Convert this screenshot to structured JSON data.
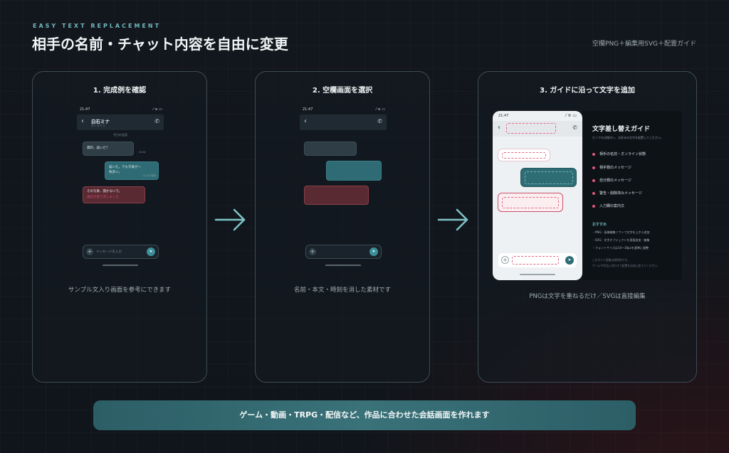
{
  "header": {
    "eyebrow": "EASY TEXT REPLACEMENT",
    "title": "相手の名前・チャット内容を自由に変更",
    "subtitle": "空欄PNG＋編集用SVG＋配置ガイド"
  },
  "steps": [
    {
      "title": "1. 完成例を確認",
      "caption": "サンプル文入り画面を参考にできます",
      "phone": {
        "time": "21:47",
        "contact_name": "白石ミナ",
        "contact_status": "オンライン",
        "date": "今日の会話",
        "messages": [
          {
            "text": "資料、届いた？",
            "time": "21:41"
          },
          {
            "text": "届いた。でも写真が一枚多い。",
            "time": "21:42 既読"
          },
          {
            "text": "その写真、開かないで。",
            "sub": "送信を取り消しました"
          }
        ],
        "input_placeholder": "メッセージを入力"
      }
    },
    {
      "title": "2. 空欄画面を選択",
      "caption": "名前・本文・時刻を消した素材です",
      "phone": {
        "time": "21:47"
      }
    },
    {
      "title": "3. ガイドに沿って文字を追加",
      "caption": "PNGは文字を重ねるだけ／SVGは直接編集",
      "phone": {
        "time": "21:47"
      },
      "guide": {
        "title": "文字差し替えガイド",
        "subtitle": "ピンクの点線内へ、お好みの文字を配置してください。",
        "items": [
          "相手の名前・オンライン状態",
          "相手側のメッセージ",
          "自分側のメッセージ",
          "警告・削除済みメッセージ",
          "入力欄の案内文"
        ],
        "rec_title": "おすすめ",
        "rec_lines": [
          "・PNG：画像編集ソフトで文字を上から追加",
          "・SVG：文字オブジェクトを直接追加・編集",
          "・フォントサイズは14〜18pxを基準に調整"
        ],
        "notes": [
          "このガイド画像は説明用です。",
          "ゲームや作品に合わせて配置を自由に変えてください。"
        ]
      }
    }
  ],
  "banner": {
    "text": "ゲーム・動画・TRPG・配信など、作品に合わせた会話画面を作れます"
  },
  "icons": {
    "back": "chevron-left-icon",
    "call": "phone-icon",
    "add": "plus-icon",
    "send": "send-icon",
    "next": "arrow-right-icon"
  },
  "colors": {
    "accent": "#3c8f98",
    "guide_dash": "#e26a83",
    "warning": "#c9516b"
  }
}
